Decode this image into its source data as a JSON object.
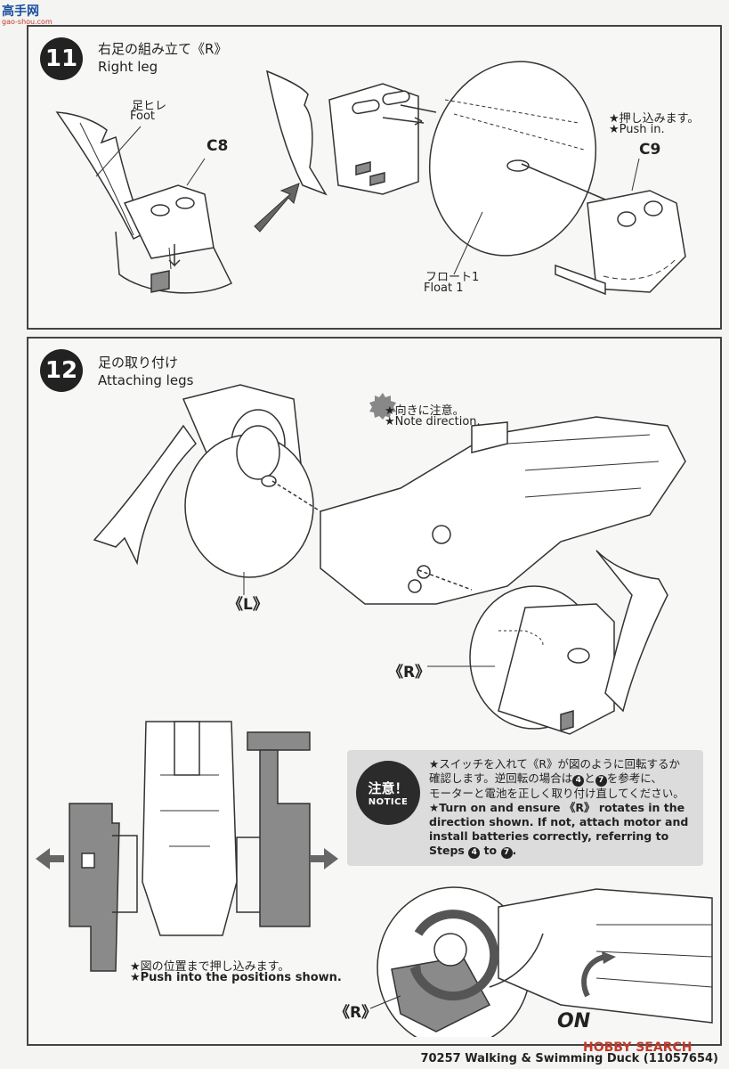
{
  "watermark_top": {
    "line1": "高手网",
    "line2": "gao-shou.com"
  },
  "step11": {
    "number": "11",
    "title_jp": "右足の組み立て《R》",
    "title_en": "Right leg",
    "label_foot_jp": "足ヒレ",
    "label_foot_en": "Foot",
    "part_c8": "C8",
    "note_jp": "★押し込みます。",
    "note_en": "★Push in.",
    "part_c9": "C9",
    "label_float_jp": "フロート1",
    "label_float_en": "Float 1"
  },
  "step12": {
    "number": "12",
    "title_jp": "足の取り付け",
    "title_en": "Attaching legs",
    "note_dir_jp": "★向きに注意。",
    "note_dir_en": "★Note direction.",
    "label_l": "《L》",
    "label_r": "《R》",
    "push_jp": "★図の位置まで押し込みます。",
    "push_en": "★Push into the positions shown.",
    "label_r2": "《R》",
    "on_label": "ON"
  },
  "notice": {
    "badge_jp": "注意！",
    "badge_en": "NOTICE",
    "line_jp1": "★スイッチを入れて《R》が図のように回転するか",
    "line_jp2": "確認します。逆回転の場合は",
    "ref_a": "4",
    "line_jp3": "と",
    "ref_b": "7",
    "line_jp4": "を参考に、",
    "line_jp5": "モーターと電池を正しく取り付け直してください。",
    "line_en1": "★Turn on and ensure 《R》 rotates in the direction shown. If not, attach motor and install batteries correctly, referring to Steps",
    "ref_c": "4",
    "line_en2": "to",
    "ref_d": "7",
    "line_en3": "."
  },
  "footer": {
    "text": "70257 Walking & Swimming Duck (11057654)"
  },
  "watermark_bottom": {
    "text": "HOBBY SEARCH"
  }
}
